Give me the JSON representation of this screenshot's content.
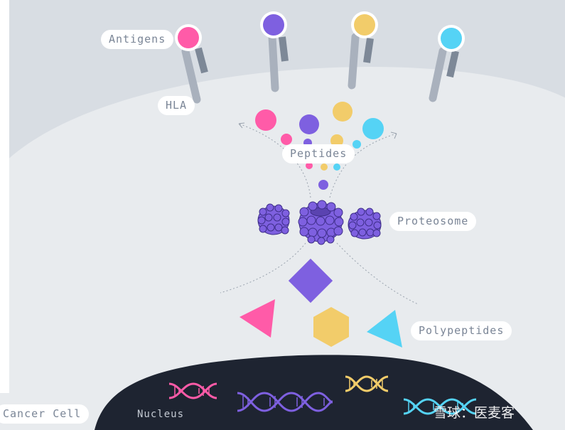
{
  "labels": {
    "antigens": "Antigens",
    "hla": "HLA",
    "peptides": "Peptides",
    "proteosome": "Proteosome",
    "polypeptides": "Polypeptides",
    "cancer_cell": "Cancer Cell",
    "nucleus": "Nucleus"
  },
  "watermark": "雪球：医麦客",
  "colors": {
    "background": "#d8dde3",
    "cell": "#e8ebee",
    "nucleus": "#1e2431",
    "pink": "#ff5ba8",
    "purple": "#7e60e0",
    "yellow": "#f2cc6a",
    "cyan": "#55d3f5",
    "receptor_light": "#a9b1bd",
    "receptor_dark": "#7d8897"
  },
  "icons": [
    "antigen-receptor-icon",
    "peptide-dot-icon",
    "proteasome-icon",
    "polypeptide-shape-icon",
    "dna-helix-icon"
  ]
}
